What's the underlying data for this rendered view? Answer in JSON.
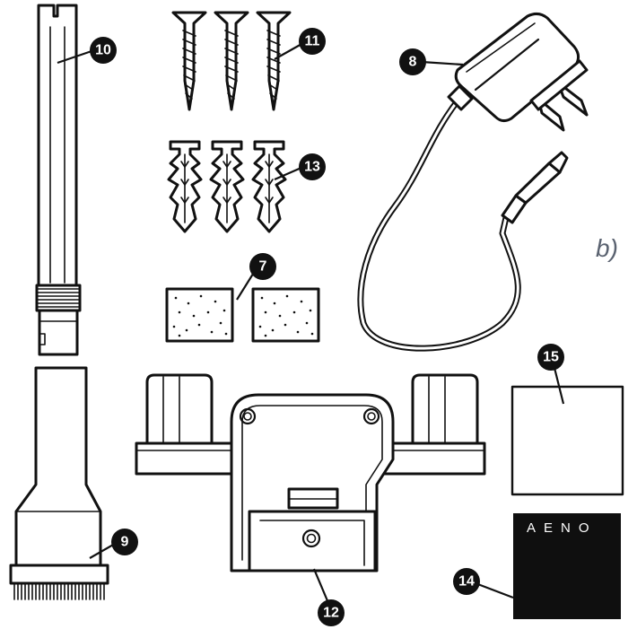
{
  "section_label": "b)",
  "brand_text": "AENO",
  "parts": [
    {
      "id": "part-7",
      "label": "7",
      "name": "pads"
    },
    {
      "id": "part-8",
      "label": "8",
      "name": "power-adapter"
    },
    {
      "id": "part-9",
      "label": "9",
      "name": "wide-nozzle"
    },
    {
      "id": "part-10",
      "label": "10",
      "name": "crevice-nozzle"
    },
    {
      "id": "part-11",
      "label": "11",
      "name": "screws"
    },
    {
      "id": "part-12",
      "label": "12",
      "name": "wall-mount"
    },
    {
      "id": "part-13",
      "label": "13",
      "name": "wall-plugs"
    },
    {
      "id": "part-14",
      "label": "14",
      "name": "brand-card"
    },
    {
      "id": "part-15",
      "label": "15",
      "name": "sticker-sheet"
    }
  ]
}
